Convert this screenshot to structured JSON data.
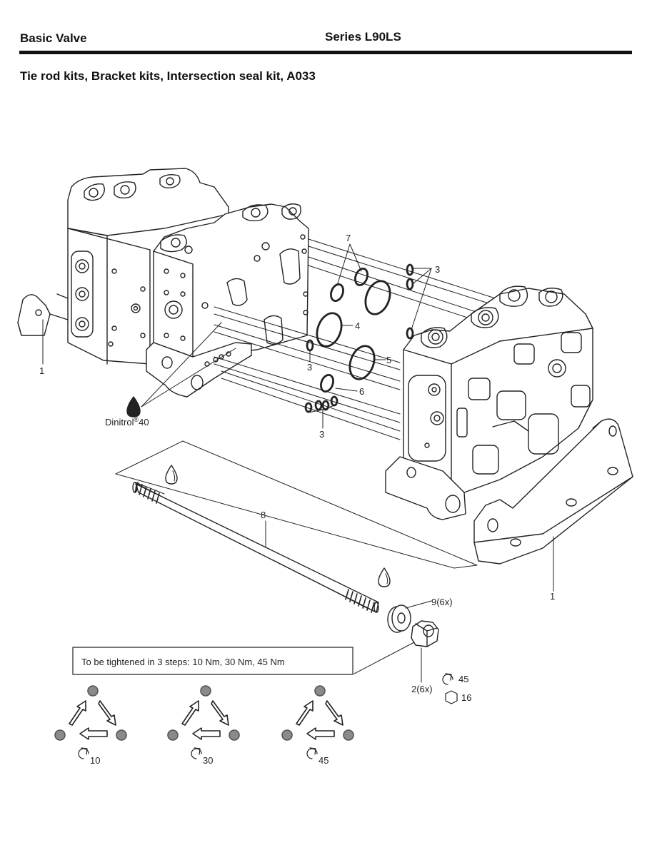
{
  "header": {
    "left": "Basic Valve",
    "right": "Series L90LS",
    "subtitle": "Tie rod kits, Bracket kits, Intersection seal kit, A033"
  },
  "callouts": {
    "bracket_left": "1",
    "bracket_right": "1",
    "seal_3a": "3",
    "seal_3b": "3",
    "seal_3c": "3",
    "seal_4": "4",
    "seal_5": "5",
    "seal_6": "6",
    "seal_7": "7",
    "tie_rod_8": "8",
    "washer_9": "9(6x)",
    "nut_2": "2(6x)",
    "nut_torque": "45",
    "nut_hex": "16"
  },
  "lubricant": {
    "name": "Dinitrol",
    "mark": "®",
    "number": "40"
  },
  "torque_note": "To be tightened in 3 steps: 10 Nm, 30 Nm, 45 Nm",
  "steps": [
    {
      "torque": "10"
    },
    {
      "torque": "30"
    },
    {
      "torque": "45"
    }
  ]
}
